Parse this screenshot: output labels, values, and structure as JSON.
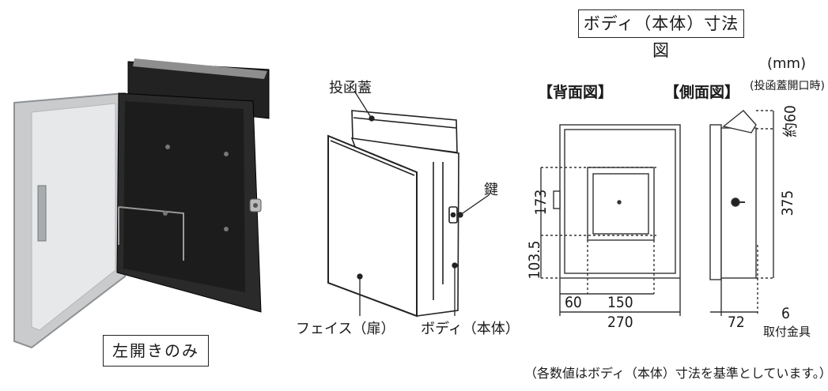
{
  "title": "ボディ（本体）寸法図",
  "unit": "(mm)",
  "unit_note": "(投函蓋開口時)",
  "photo_caption": "左開きのみ",
  "parts": {
    "lid": "投函蓋",
    "key": "鍵",
    "face": "フェイス（扉）",
    "body": "ボディ（本体）"
  },
  "views": {
    "back": "【背面図】",
    "side": "【側面図】"
  },
  "dimensions": {
    "upper_hole": "173",
    "lower_offset": "103.5",
    "left_offset": "60",
    "hole_spacing": "150",
    "width": "270",
    "height": "375",
    "lid_open": "約60",
    "depth": "72",
    "bracket": "6"
  },
  "bracket_label": "取付金具",
  "footnote": "（各数値はボディ（本体）寸法を基準としています。）"
}
